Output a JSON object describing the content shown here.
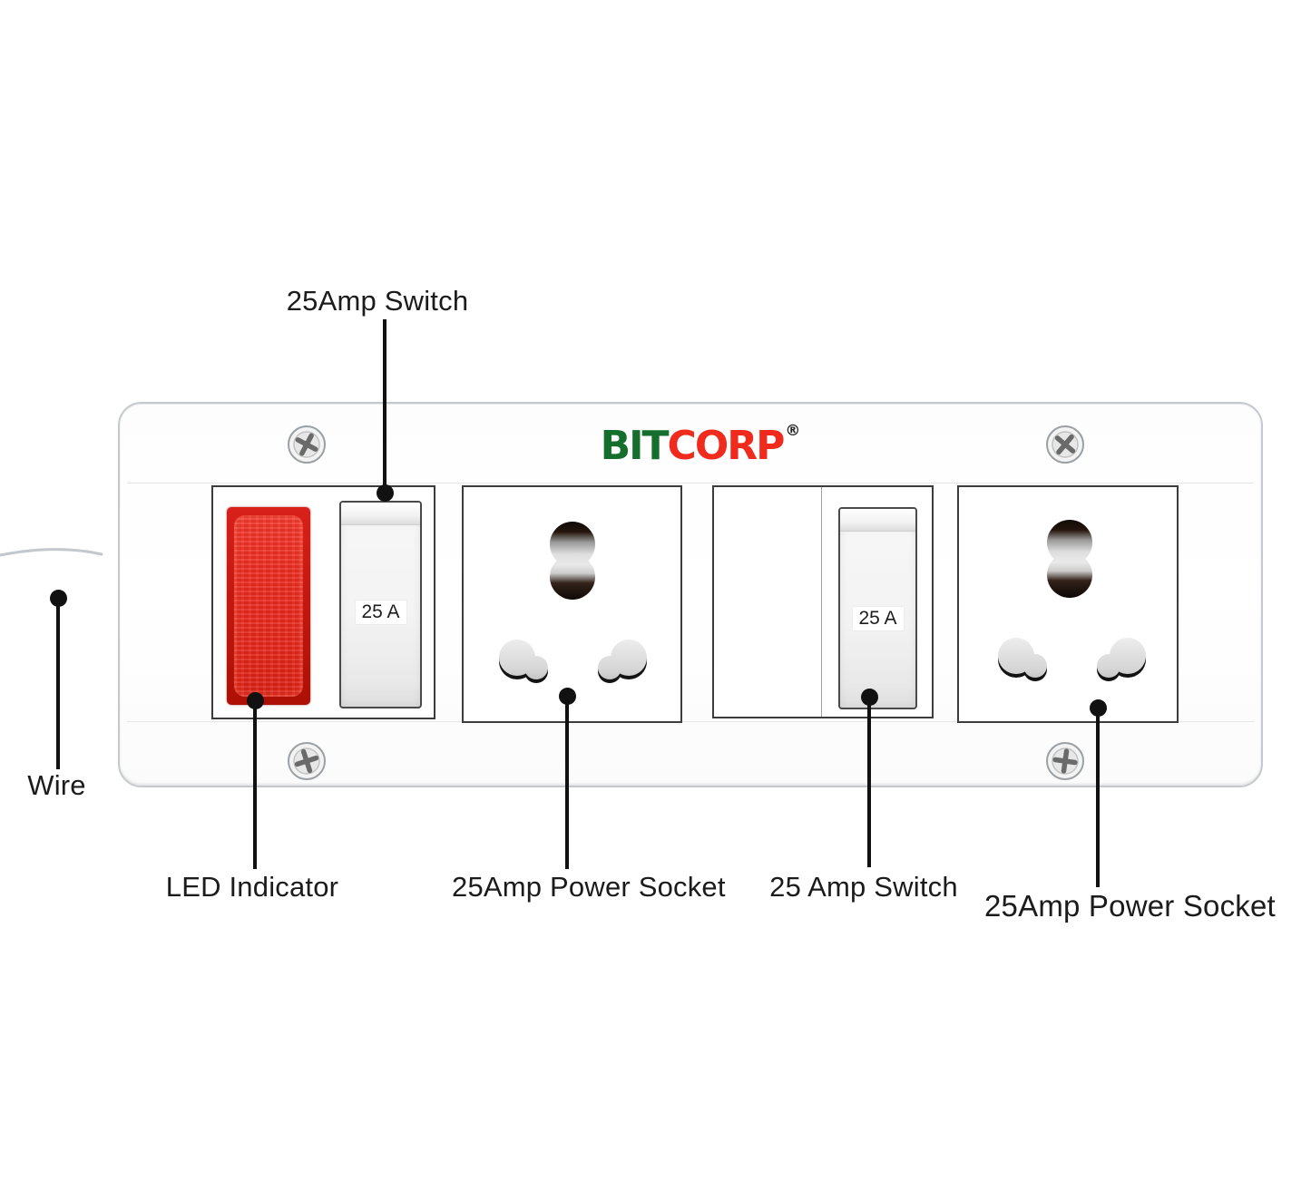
{
  "brand": {
    "bit": "BIT",
    "corp": "CORP",
    "registered": "®",
    "bit_color": "#156e2b",
    "corp_color": "#f02a1d"
  },
  "device": {
    "switch_ratings": [
      "25 A",
      "25 A"
    ],
    "led_color": "#e8271b",
    "body_color": "#ffffff"
  },
  "annotations": {
    "top_switch": "25Amp Switch",
    "wire": "Wire",
    "led_indicator": "LED Indicator",
    "power_socket_1": "25Amp Power Socket",
    "switch_2": "25 Amp Switch",
    "power_socket_2": "25Amp Power Socket"
  }
}
